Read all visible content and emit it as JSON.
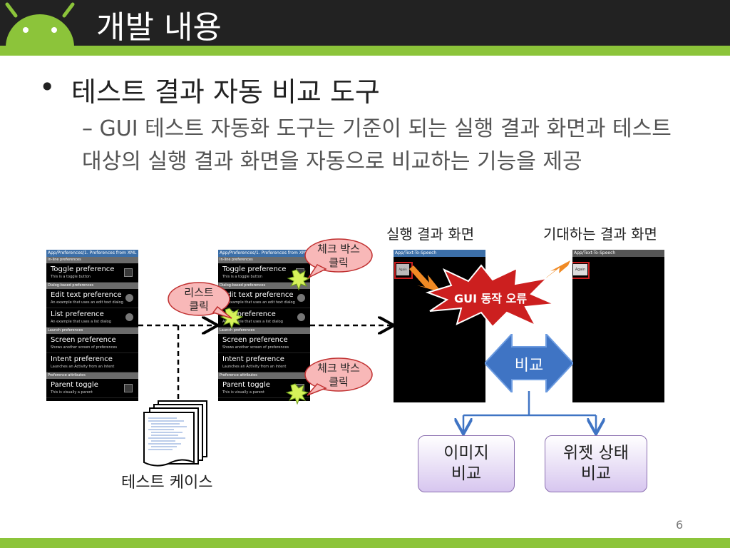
{
  "slide": {
    "title": "개발 내용",
    "bullet": "테스트 결과 자동 비교 도구",
    "sub_bullet": "– GUI 테스트 자동화 도구는 기준이 되는 실행 결과 화면과 테스트 대상의 실행 결과 화면을 자동으로 비교하는 기능을 제공",
    "page_number": "6"
  },
  "colors": {
    "header": "#222222",
    "accent_green": "#8cc43a",
    "burst_red": "#cc1f1f",
    "arrow_orange": "#f08a24",
    "compare_blue": "#3f74c4"
  },
  "pref_screen": {
    "app_title": "App/Preferences/1. Preferences from XML",
    "rows": [
      {
        "type": "section",
        "title": "In-line preferences"
      },
      {
        "type": "item",
        "title": "Toggle preference",
        "summary": "This is a toggle button",
        "widget": "checkbox"
      },
      {
        "type": "section",
        "title": "Dialog-based preferences"
      },
      {
        "type": "item",
        "title": "Edit text preference",
        "summary": "An example that uses an edit text dialog",
        "widget": "arrow"
      },
      {
        "type": "item",
        "title": "List preference",
        "summary": "An example that uses a list dialog",
        "widget": "arrow"
      },
      {
        "type": "section",
        "title": "Launch preferences"
      },
      {
        "type": "item",
        "title": "Screen preference",
        "summary": "Shows another screen of preferences",
        "widget": "none"
      },
      {
        "type": "item",
        "title": "Intent preference",
        "summary": "Launches an Activity from an Intent",
        "widget": "none"
      },
      {
        "type": "section",
        "title": "Preference attributes"
      },
      {
        "type": "item",
        "title": "Parent toggle",
        "summary": "This is visually a parent",
        "widget": "checkbox"
      }
    ]
  },
  "tts_screen": {
    "title": "App/Text-To-Speech",
    "button": "Again"
  },
  "callouts": {
    "checkbox_click_top": [
      "체크 박스",
      "클릭"
    ],
    "list_click": [
      "리스트",
      "클릭"
    ],
    "checkbox_click_bottom": [
      "체크 박스",
      "클릭"
    ]
  },
  "labels": {
    "actual_result": "실행 결과 화면",
    "expected_result": "기대하는 결과 화면",
    "gui_error": "GUI 동작 오류",
    "compare": "비교",
    "image_compare": [
      "이미지",
      "비교"
    ],
    "widget_compare": [
      "위젯 상태",
      "비교"
    ],
    "test_case": "테스트 케이스"
  }
}
